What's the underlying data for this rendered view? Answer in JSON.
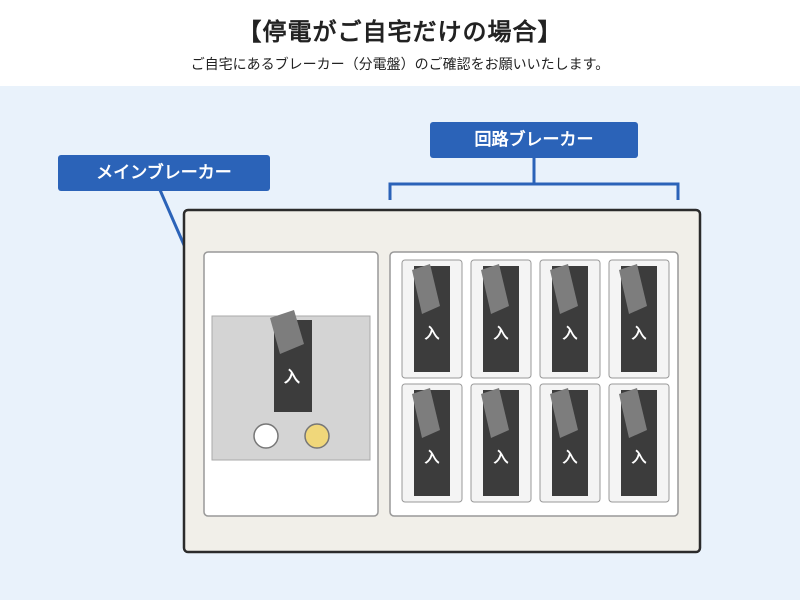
{
  "title": "【停電がご自宅だけの場合】",
  "subtitle": "ご自宅にあるブレーカー（分電盤）のご確認をお願いいたします。",
  "labels": {
    "main_breaker": "メインブレーカー",
    "circuit_breaker": "回路ブレーカー"
  },
  "switch_text": "入",
  "colors": {
    "accent": "#2b63b8",
    "background": "#e9f2fb",
    "panel": "#f1efe9",
    "indicator_white": "#ffffff",
    "indicator_yellow": "#f0d77a"
  },
  "circuit_breakers": {
    "rows": 2,
    "columns": 4,
    "state": "入"
  },
  "main_breaker_state": "入"
}
